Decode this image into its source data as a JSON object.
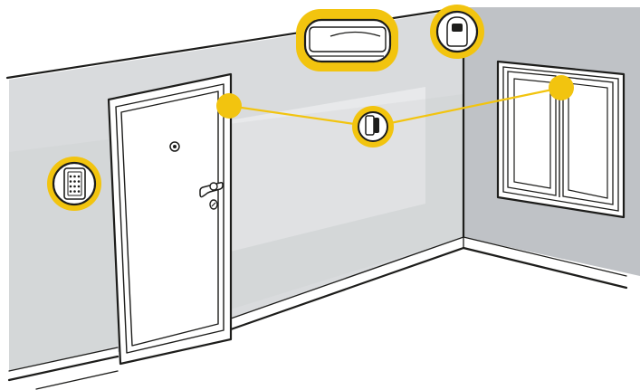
{
  "colors": {
    "wall_back": "#d9dbdd",
    "wall_back_shadow": "#c7cacd",
    "wall_side": "#bfc2c6",
    "wall_highlight": "#eceeef",
    "floor": "#ffffff",
    "line": "#1d1d1b",
    "accent": "#f2c40f",
    "device": "#ffffff"
  },
  "scene": {
    "walls": [
      "back-wall",
      "side-wall"
    ],
    "door": {
      "features": [
        "peephole",
        "lever-handle",
        "key-lock"
      ]
    },
    "window": {
      "panes": 2
    }
  },
  "security_devices": [
    {
      "id": "siren",
      "icon": "siren-icon"
    },
    {
      "id": "motion-detector",
      "icon": "motion-detector-icon"
    },
    {
      "id": "keypad",
      "icon": "keypad-icon"
    },
    {
      "id": "door-contact-sensor",
      "icon": "contact-sensor-icon"
    },
    {
      "id": "door-sensor-point",
      "icon": "sensor-point-icon"
    },
    {
      "id": "window-sensor-point",
      "icon": "sensor-point-icon"
    }
  ],
  "connections": [
    {
      "from": "door-sensor-point",
      "to": "door-contact-sensor"
    },
    {
      "from": "door-contact-sensor",
      "to": "window-sensor-point"
    }
  ]
}
